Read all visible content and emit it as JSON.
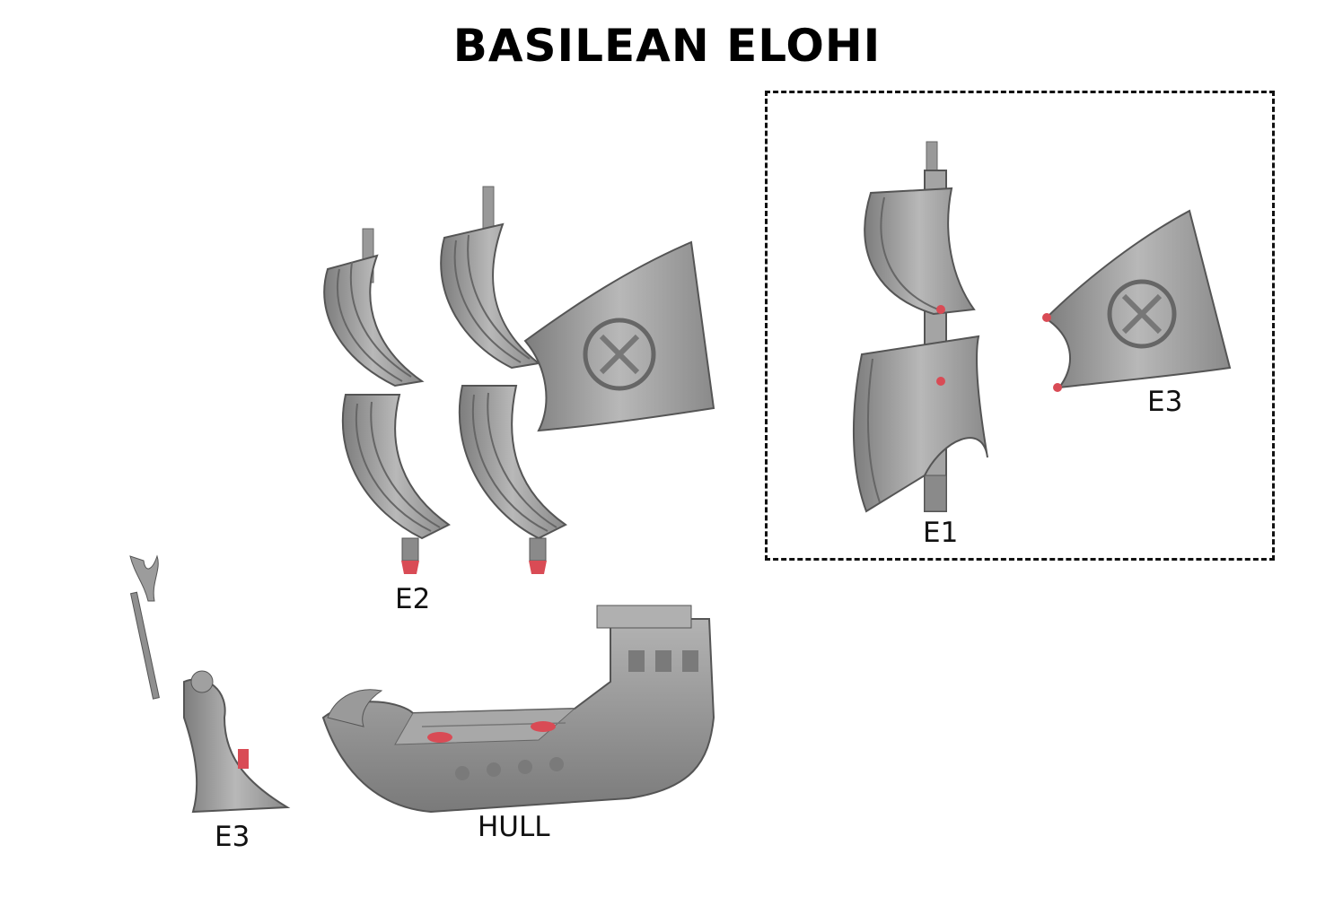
{
  "title": "BASILEAN ELOHI",
  "labels": {
    "e2": "E2",
    "hull": "HULL",
    "e3_figure": "E3",
    "e1": "E1",
    "e3_sail": "E3"
  },
  "colors": {
    "resin": "#9b9b9b",
    "resin_dark": "#6f6f6f",
    "resin_light": "#c4c4c4",
    "peg": "#d94b55"
  }
}
